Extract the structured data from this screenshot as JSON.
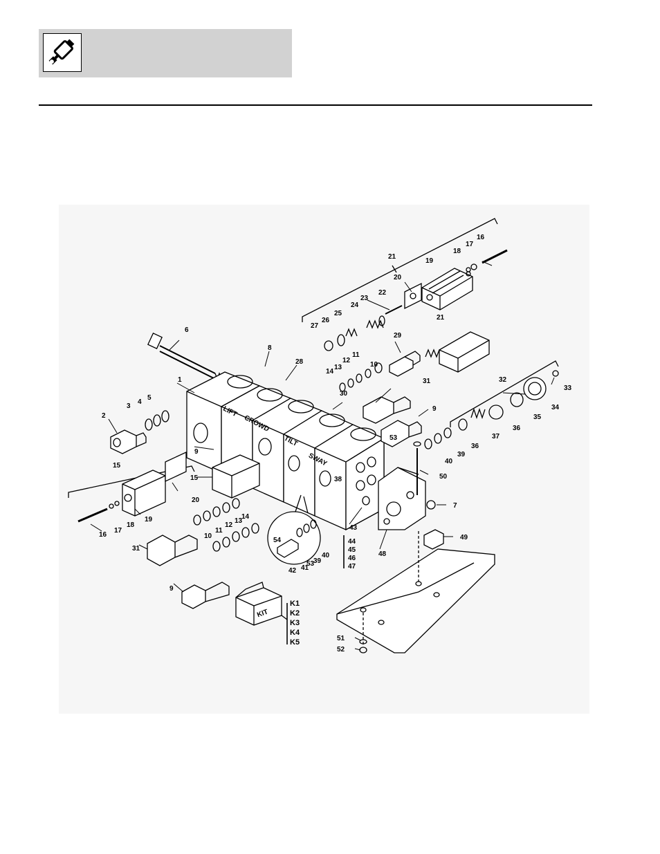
{
  "header": {
    "icon": "hydraulic-cylinder-icon"
  },
  "diagram": {
    "section_labels": {
      "lift": "LIFT",
      "crowd": "CROWD",
      "tilt": "TILT",
      "sway": "SWAY",
      "kit": "KIT"
    },
    "kits": [
      "K1",
      "K2",
      "K3",
      "K4",
      "K5"
    ],
    "callouts": {
      "c1": "1",
      "c2": "2",
      "c3": "3",
      "c4": "4",
      "c5": "5",
      "c6": "6",
      "c7": "7",
      "c8": "8",
      "c9a": "9",
      "c9b": "9",
      "c9c": "9",
      "c10a": "10",
      "c10b": "10",
      "c11a": "11",
      "c11b": "11",
      "c12a": "12",
      "c12b": "12",
      "c13a": "13",
      "c13b": "13",
      "c14a": "14",
      "c14b": "14",
      "c15a": "15",
      "c15b": "15",
      "c16a": "16",
      "c16b": "16",
      "c17a": "17",
      "c17b": "17",
      "c18a": "18",
      "c18b": "18",
      "c19a": "19",
      "c19b": "19",
      "c20a": "20",
      "c20b": "20",
      "c21a": "21",
      "c21b": "21",
      "c22": "22",
      "c23": "23",
      "c24": "24",
      "c25": "25",
      "c26": "26",
      "c27": "27",
      "c28": "28",
      "c29": "29",
      "c30": "30",
      "c31a": "31",
      "c31b": "31",
      "c32": "32",
      "c33": "33",
      "c34": "34",
      "c35": "35",
      "c36a": "36",
      "c36b": "36",
      "c37": "37",
      "c38": "38",
      "c39a": "39",
      "c39b": "39",
      "c40a": "40",
      "c40b": "40",
      "c41": "41",
      "c42": "42",
      "c43": "43",
      "c44": "44",
      "c45": "45",
      "c46": "46",
      "c47": "47",
      "c48": "48",
      "c49": "49",
      "c50": "50",
      "c51": "51",
      "c52": "52",
      "c53a": "53",
      "c53b": "53",
      "c54": "54"
    }
  }
}
